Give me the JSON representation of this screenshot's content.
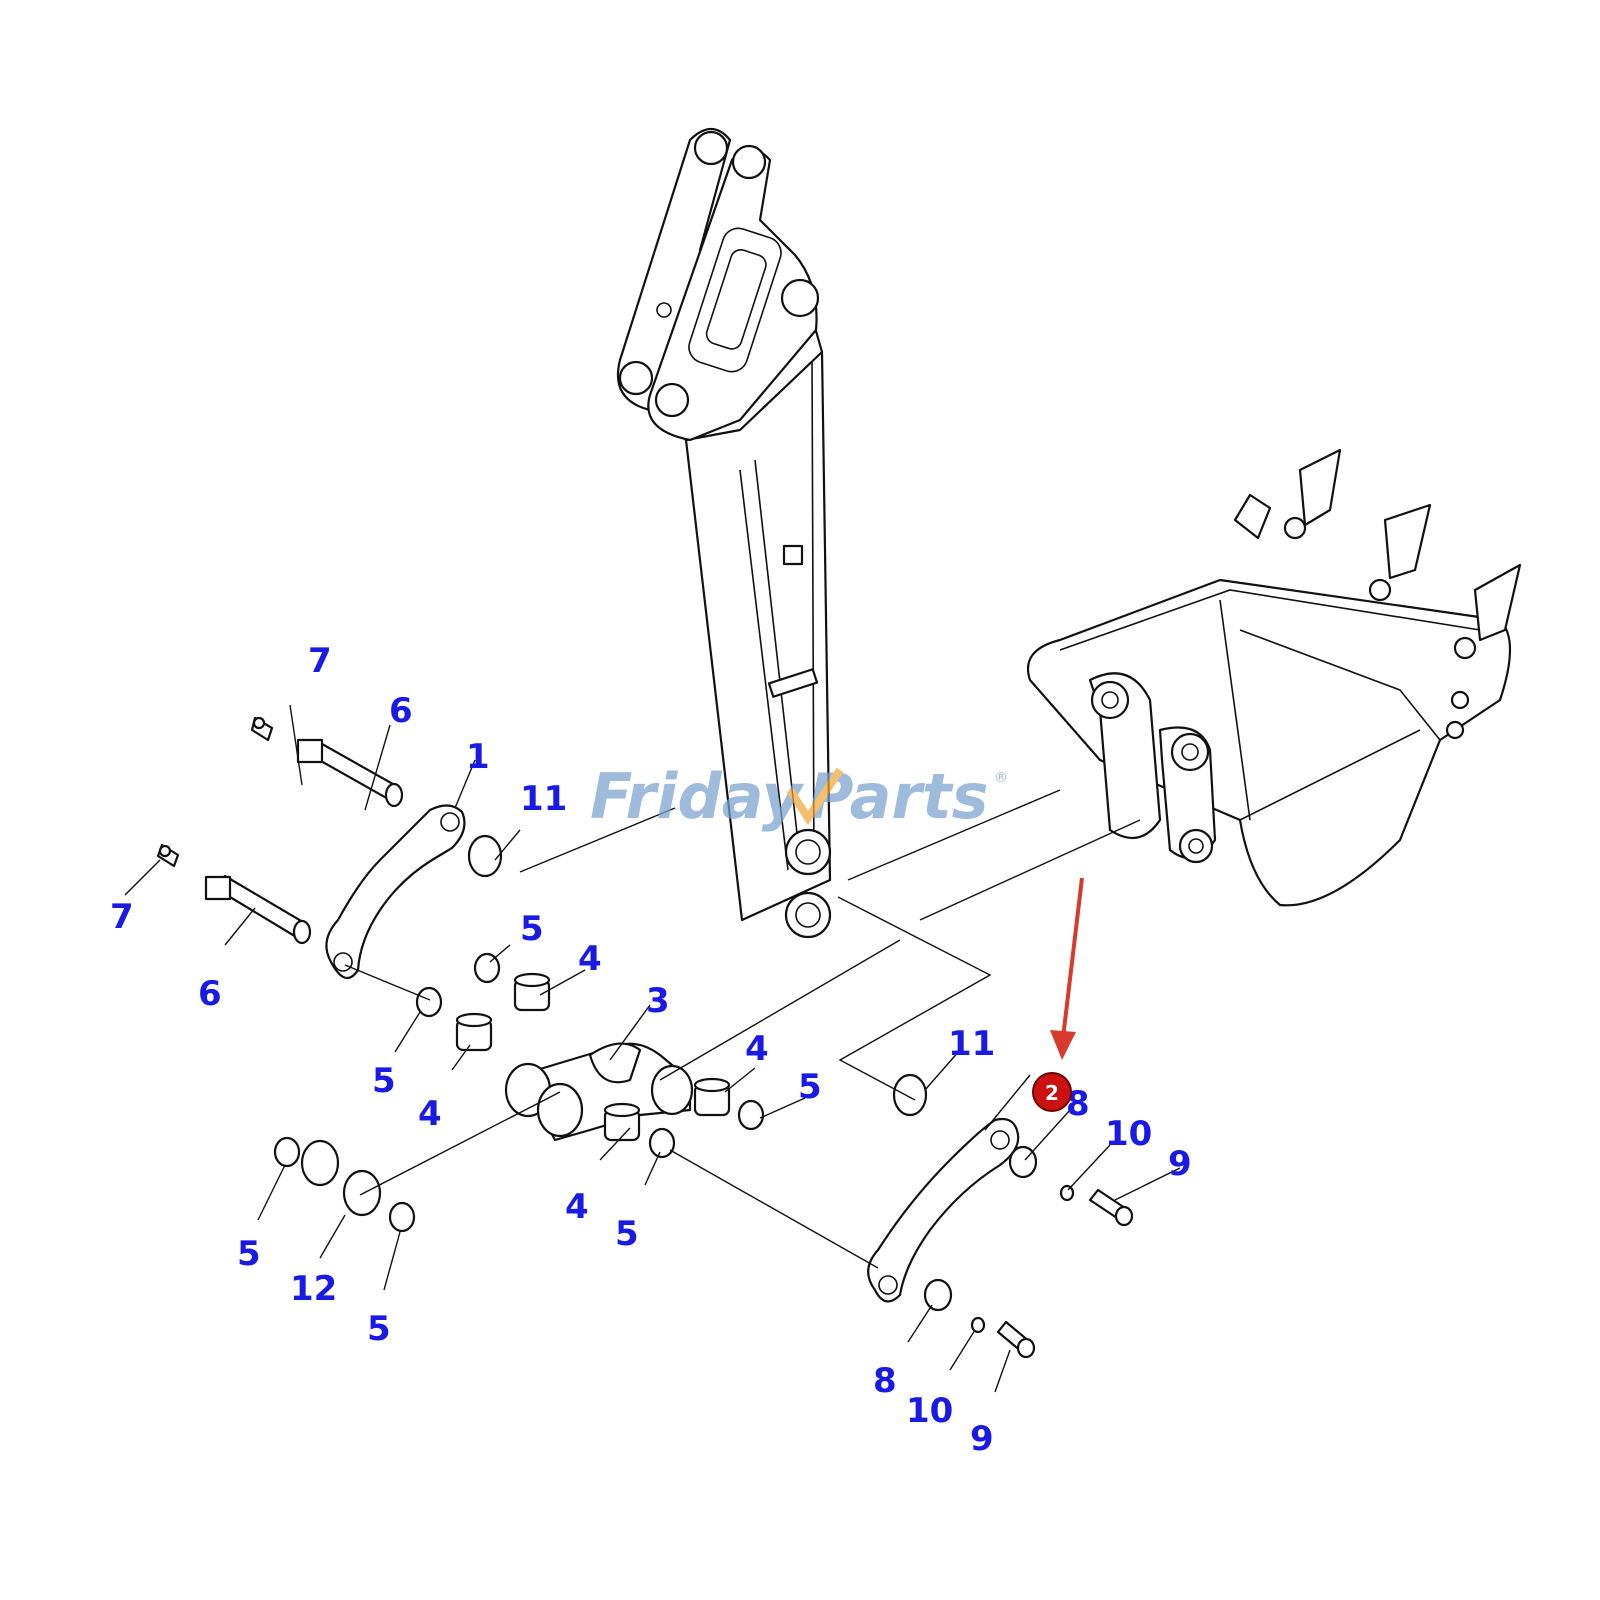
{
  "diagram": {
    "callouts": [
      {
        "id": "7a",
        "label": "7"
      },
      {
        "id": "6a",
        "label": "6"
      },
      {
        "id": "1",
        "label": "1"
      },
      {
        "id": "11a",
        "label": "11"
      },
      {
        "id": "7b",
        "label": "7"
      },
      {
        "id": "6b",
        "label": "6"
      },
      {
        "id": "5a",
        "label": "5"
      },
      {
        "id": "4a",
        "label": "4"
      },
      {
        "id": "3",
        "label": "3"
      },
      {
        "id": "5b",
        "label": "5"
      },
      {
        "id": "4b",
        "label": "4"
      },
      {
        "id": "4c",
        "label": "4"
      },
      {
        "id": "5c",
        "label": "5"
      },
      {
        "id": "11b",
        "label": "11"
      },
      {
        "id": "8a",
        "label": "8"
      },
      {
        "id": "10a",
        "label": "10"
      },
      {
        "id": "9a",
        "label": "9"
      },
      {
        "id": "4d",
        "label": "4"
      },
      {
        "id": "5d",
        "label": "5"
      },
      {
        "id": "5e",
        "label": "5"
      },
      {
        "id": "12",
        "label": "12"
      },
      {
        "id": "5f",
        "label": "5"
      },
      {
        "id": "8b",
        "label": "8"
      },
      {
        "id": "10b",
        "label": "10"
      },
      {
        "id": "9b",
        "label": "9"
      }
    ],
    "highlight": {
      "label": "2",
      "badge_color": "#cc1111",
      "arrow_color": "#d93a2b"
    },
    "label_color": "#1a1ae6"
  },
  "watermark": {
    "part1": "Friday",
    "part2": "Parts",
    "mark": "®",
    "color": "#7aa2cf",
    "accent": "#f0a83a"
  }
}
